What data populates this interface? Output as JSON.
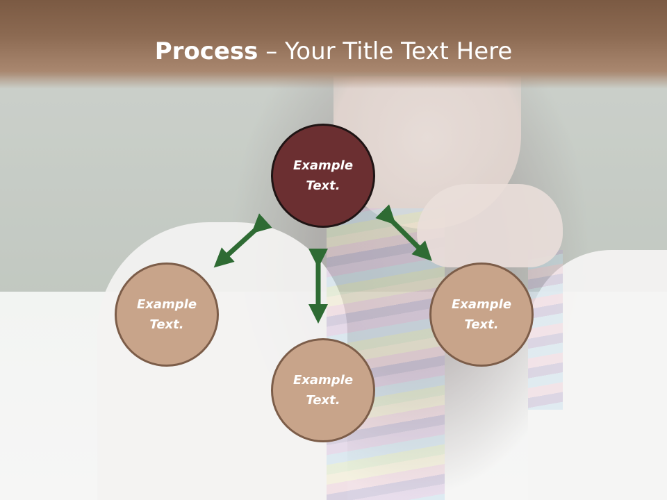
{
  "slide": {
    "title_bold": "Process",
    "title_rest": " – Your Title Text Here"
  },
  "nodes": {
    "top": {
      "line1": "Example",
      "line2": "Text."
    },
    "left": {
      "line1": "Example",
      "line2": "Text."
    },
    "bottom": {
      "line1": "Example",
      "line2": "Text."
    },
    "right": {
      "line1": "Example",
      "line2": "Text."
    }
  },
  "colors": {
    "title_bar": "#8c6a52",
    "center_node": "#6b2f31",
    "outer_node": "#c8a48a",
    "arrow": "#2e6b33"
  }
}
